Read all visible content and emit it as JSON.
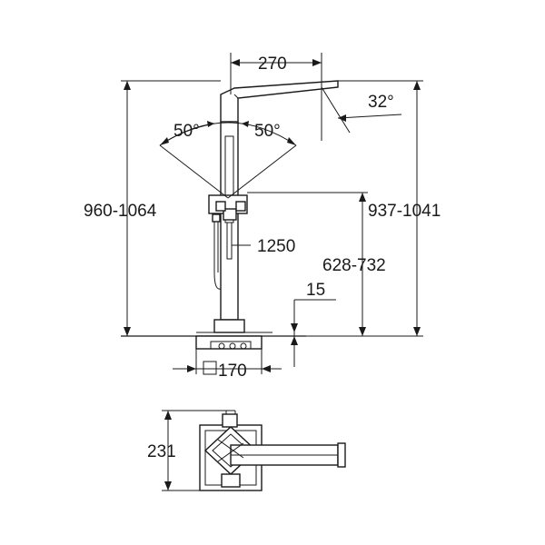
{
  "dimensions": {
    "spout_reach": "270",
    "spout_angle": "32°",
    "handle_angle_left": "50°",
    "handle_angle_right": "50°",
    "total_height": "960-1064",
    "spout_height": "937-1041",
    "handle_height": "628-732",
    "hose_length": "1250",
    "floor_offset": "15",
    "base_square": "170",
    "plan_depth": "231"
  },
  "colors": {
    "line": "#1a1a1a",
    "background": "#ffffff"
  }
}
